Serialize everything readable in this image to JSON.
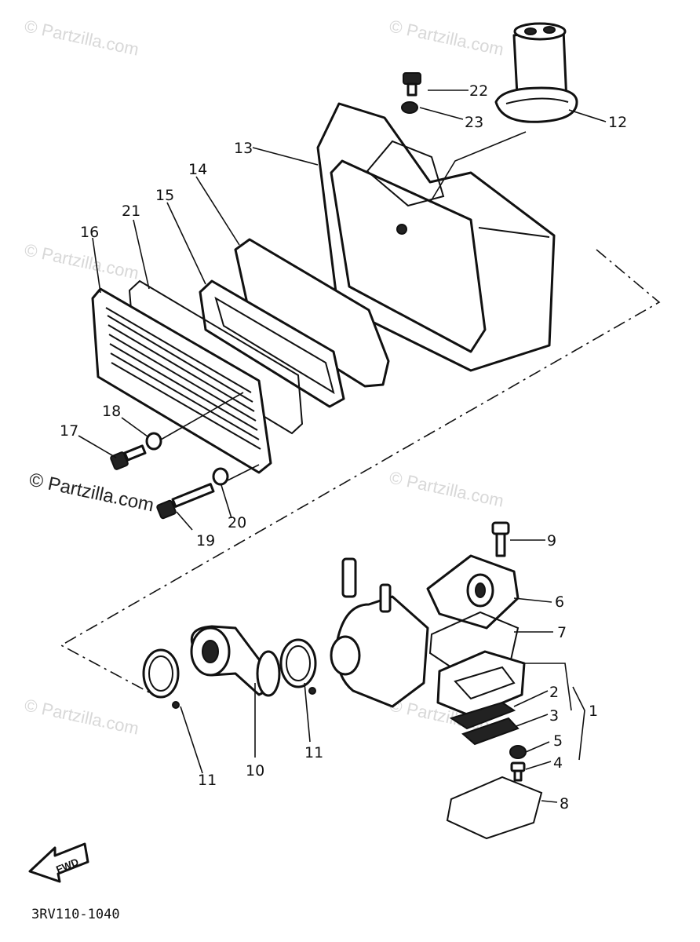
{
  "diagram": {
    "watermark_text": "© Partzilla.com",
    "part_code": "3RV110-1040",
    "fwd_label": "FWD",
    "callouts": [
      "1",
      "2",
      "3",
      "4",
      "5",
      "6",
      "7",
      "8",
      "9",
      "10",
      "11",
      "11",
      "12",
      "13",
      "14",
      "15",
      "16",
      "17",
      "18",
      "19",
      "20",
      "21",
      "22",
      "23"
    ]
  }
}
